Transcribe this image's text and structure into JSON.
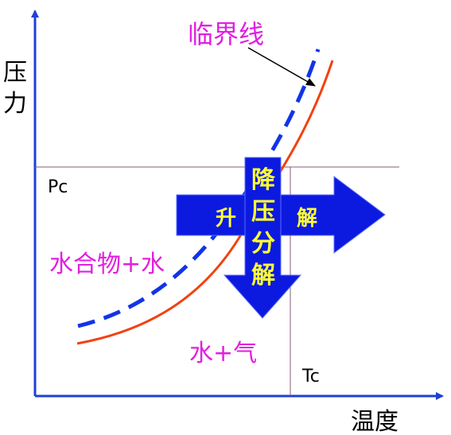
{
  "axes": {
    "y_label_line1": "压",
    "y_label_line2": "力",
    "x_label": "温度"
  },
  "markers": {
    "pc": "Pc",
    "tc": "Tc"
  },
  "curve_label": "临界线",
  "regions": {
    "hydrate_water": "水合物+水",
    "water_gas": "水+气"
  },
  "arrows": {
    "heating_prefix": "升",
    "heating_suffix": "解",
    "depressurize_chars": [
      "降",
      "压",
      "分",
      "解"
    ]
  },
  "colors": {
    "axis": "#1f3fd6",
    "magenta": "#e21fe0",
    "curve_red": "#f2410f",
    "curve_blue_dashed": "#1234e8",
    "arrow_fill": "#0c1ae0",
    "arrow_text": "#ffff33",
    "guide_line": "#8a5a7a"
  }
}
